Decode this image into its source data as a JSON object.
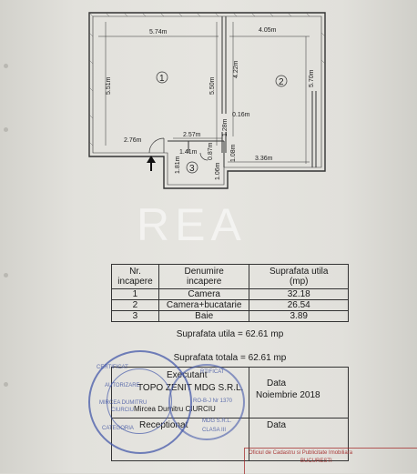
{
  "plan": {
    "dims": {
      "d_top_left": "5.74m",
      "d_top_right": "4.05m",
      "d_left_wall": "5.51m",
      "d_mid_wall": "5.50m",
      "d_mid_upper": "4.22m",
      "d_right_wall": "5.70m",
      "d_thick": "0.16m",
      "d_door1": "1.28m",
      "d_corr1": "2.76m",
      "d_corr2": "2.57m",
      "d_bath1": "1.41m",
      "d_bath2": "0.87m",
      "d_bath3": "1.81m",
      "d_bath4": "1.06m",
      "d_bath5": "1.08m",
      "d_bottom_right": "3.36m"
    },
    "rooms": {
      "r1": "1",
      "r2": "2",
      "r3": "3"
    }
  },
  "watermark": "REA",
  "table": {
    "headers": {
      "nr": [
        "Nr.",
        "incapere"
      ],
      "name": [
        "Denumire",
        "incapere"
      ],
      "area": [
        "Suprafata utila",
        "(mp)"
      ]
    },
    "rows": [
      {
        "nr": "1",
        "name": "Camera",
        "area": "32.18"
      },
      {
        "nr": "2",
        "name": "Camera+bucatarie",
        "area": "26.54"
      },
      {
        "nr": "3",
        "name": "Baie",
        "area": "3.89"
      }
    ]
  },
  "summary": {
    "utila": "Suprafata utila = 62.61 mp",
    "totala": "Suprafata totala = 62.61 mp"
  },
  "signatures": {
    "executant_label": "Executant",
    "company": "TOPO ZENIT MDG S.R.L.",
    "person": "Mircea Dumitru CIURCIU",
    "data_label": "Data",
    "date_value": "Noiembrie 2018",
    "receptionat_label": "Receptionat",
    "data_label_2": "Data"
  },
  "stamps": {
    "s1_a": "CERTIFICAT",
    "s1_b": "AUTORIZARE",
    "s1_c": "MIRCEA DUMITRU",
    "s1_d": "CIURCIU",
    "s1_e": "CATEGORIA",
    "s2_a": "RTIFICAT",
    "s2_b": "RO-B-J Nr 1370",
    "s2_c": "MDG S.R.L.",
    "s2_d": "CLASA III",
    "seal_a": "Oficiul de Cadastru si Publicitate Imobiliara",
    "seal_b": "BUCURESTI"
  }
}
